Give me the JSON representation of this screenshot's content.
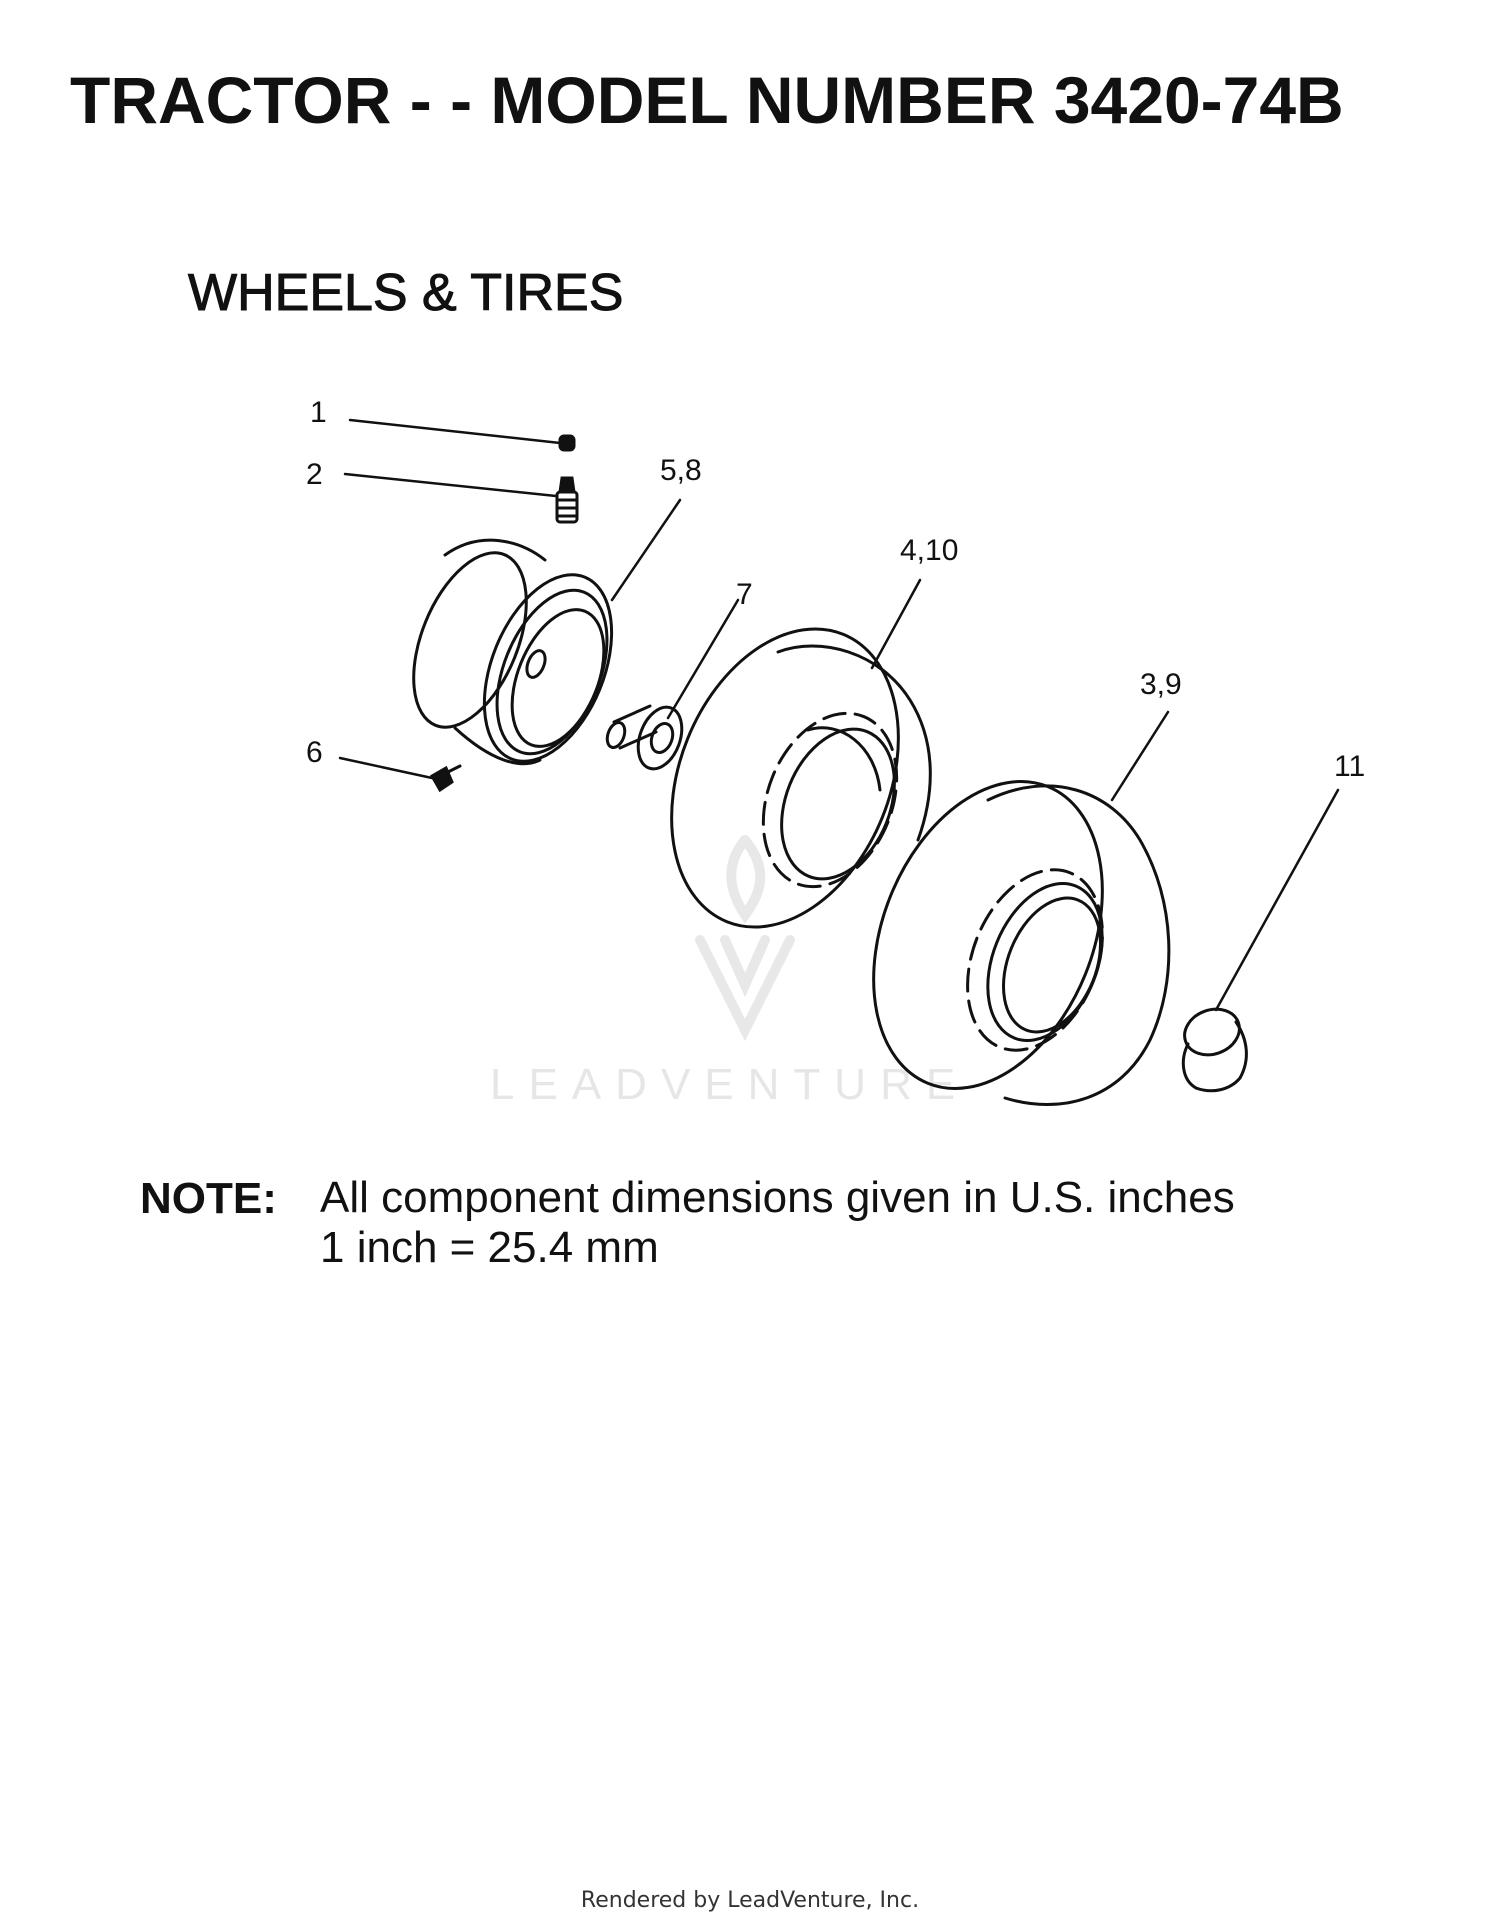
{
  "header": {
    "title": "TRACTOR - - MODEL NUMBER 3420-74B"
  },
  "section": {
    "title": "WHEELS & TIRES"
  },
  "callouts": {
    "c1": "1",
    "c2": "2",
    "c58": "5,8",
    "c410": "4,10",
    "c7": "7",
    "c39": "3,9",
    "c6": "6",
    "c11": "11"
  },
  "note": {
    "label": "NOTE:",
    "line1": "All component dimensions given in U.S. inches",
    "line2": "1 inch = 25.4 mm"
  },
  "watermark": {
    "text": "LEADVENTURE"
  },
  "footer": {
    "text": "Rendered by LeadVenture, Inc."
  }
}
